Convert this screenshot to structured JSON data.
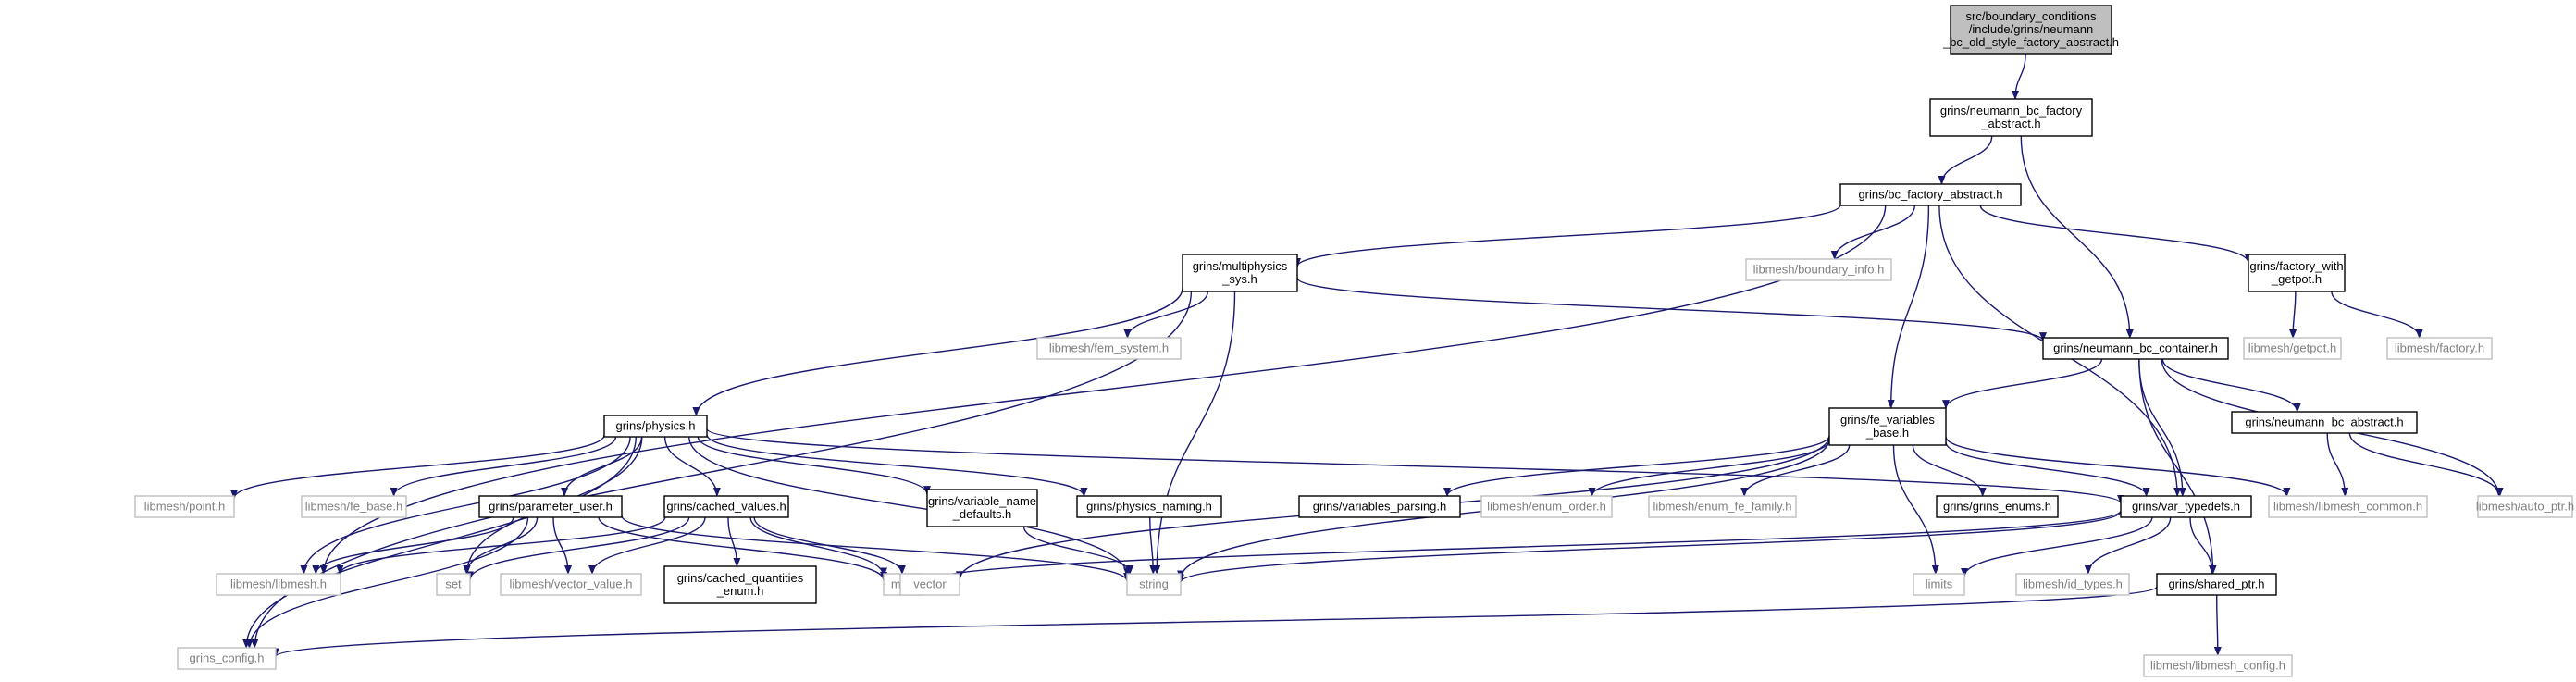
{
  "colors": {
    "edge": "#191970",
    "box_border_black": "#000000",
    "box_border_gray": "#bfbfbf",
    "text_black": "#000000",
    "text_gray": "#808080",
    "root_fill": "#bfbfbf",
    "box_fill": "#ffffff"
  },
  "nodes": [
    {
      "id": "root",
      "lines": [
        "src/boundary_conditions",
        "/include/grins/neumann",
        "_bc_old_style_factory_abstract.h"
      ],
      "style": "root"
    },
    {
      "id": "nbfa",
      "lines": [
        "grins/neumann_bc_factory",
        "_abstract.h"
      ],
      "style": "box"
    },
    {
      "id": "bcfa",
      "lines": [
        "grins/bc_factory_abstract.h"
      ],
      "style": "box"
    },
    {
      "id": "mps",
      "lines": [
        "grins/multiphysics",
        "_sys.h"
      ],
      "style": "box"
    },
    {
      "id": "lbi",
      "lines": [
        "libmesh/boundary_info.h"
      ],
      "style": "gray"
    },
    {
      "id": "fwg",
      "lines": [
        "grins/factory_with",
        "_getpot.h"
      ],
      "style": "box"
    },
    {
      "id": "lfs",
      "lines": [
        "libmesh/fem_system.h"
      ],
      "style": "gray"
    },
    {
      "id": "nbc",
      "lines": [
        "grins/neumann_bc_container.h"
      ],
      "style": "box"
    },
    {
      "id": "lgp",
      "lines": [
        "libmesh/getpot.h"
      ],
      "style": "gray"
    },
    {
      "id": "lfac",
      "lines": [
        "libmesh/factory.h"
      ],
      "style": "gray"
    },
    {
      "id": "phys",
      "lines": [
        "grins/physics.h"
      ],
      "style": "box"
    },
    {
      "id": "fev",
      "lines": [
        "grins/fe_variables",
        "_base.h"
      ],
      "style": "box"
    },
    {
      "id": "nba",
      "lines": [
        "grins/neumann_bc_abstract.h"
      ],
      "style": "box"
    },
    {
      "id": "lpt",
      "lines": [
        "libmesh/point.h"
      ],
      "style": "gray"
    },
    {
      "id": "lfb",
      "lines": [
        "libmesh/fe_base.h"
      ],
      "style": "gray"
    },
    {
      "id": "pu",
      "lines": [
        "grins/parameter_user.h"
      ],
      "style": "box"
    },
    {
      "id": "cv",
      "lines": [
        "grins/cached_values.h"
      ],
      "style": "box"
    },
    {
      "id": "vnd",
      "lines": [
        "grins/variable_name",
        "_defaults.h"
      ],
      "style": "box"
    },
    {
      "id": "pn",
      "lines": [
        "grins/physics_naming.h"
      ],
      "style": "box"
    },
    {
      "id": "vp",
      "lines": [
        "grins/variables_parsing.h"
      ],
      "style": "box"
    },
    {
      "id": "leo",
      "lines": [
        "libmesh/enum_order.h"
      ],
      "style": "gray"
    },
    {
      "id": "lef",
      "lines": [
        "libmesh/enum_fe_family.h"
      ],
      "style": "gray"
    },
    {
      "id": "ge",
      "lines": [
        "grins/grins_enums.h"
      ],
      "style": "box"
    },
    {
      "id": "vt",
      "lines": [
        "grins/var_typedefs.h"
      ],
      "style": "box"
    },
    {
      "id": "llc",
      "lines": [
        "libmesh/libmesh_common.h"
      ],
      "style": "gray"
    },
    {
      "id": "lap",
      "lines": [
        "libmesh/auto_ptr.h"
      ],
      "style": "gray"
    },
    {
      "id": "llm",
      "lines": [
        "libmesh/libmesh.h"
      ],
      "style": "gray"
    },
    {
      "id": "set",
      "lines": [
        "set"
      ],
      "style": "gray"
    },
    {
      "id": "lvv",
      "lines": [
        "libmesh/vector_value.h"
      ],
      "style": "gray"
    },
    {
      "id": "cqe",
      "lines": [
        "grins/cached_quantities",
        "_enum.h"
      ],
      "style": "box"
    },
    {
      "id": "map",
      "lines": [
        "map"
      ],
      "style": "gray"
    },
    {
      "id": "vec",
      "lines": [
        "vector"
      ],
      "style": "gray"
    },
    {
      "id": "str",
      "lines": [
        "string"
      ],
      "style": "gray"
    },
    {
      "id": "lim",
      "lines": [
        "limits"
      ],
      "style": "gray"
    },
    {
      "id": "lit",
      "lines": [
        "libmesh/id_types.h"
      ],
      "style": "gray"
    },
    {
      "id": "sp",
      "lines": [
        "grins/shared_ptr.h"
      ],
      "style": "box"
    },
    {
      "id": "gc",
      "lines": [
        "grins_config.h"
      ],
      "style": "gray"
    },
    {
      "id": "llcfg",
      "lines": [
        "libmesh/libmesh_config.h"
      ],
      "style": "gray"
    }
  ],
  "edges": [
    [
      "root",
      "nbfa"
    ],
    [
      "nbfa",
      "bcfa"
    ],
    [
      "nbfa",
      "nbc"
    ],
    [
      "bcfa",
      "mps"
    ],
    [
      "bcfa",
      "lbi"
    ],
    [
      "bcfa",
      "fwg"
    ],
    [
      "bcfa",
      "llm"
    ],
    [
      "bcfa",
      "fev"
    ],
    [
      "bcfa",
      "vt"
    ],
    [
      "fwg",
      "lgp"
    ],
    [
      "fwg",
      "lfac"
    ],
    [
      "mps",
      "lfs"
    ],
    [
      "mps",
      "nbc"
    ],
    [
      "mps",
      "phys"
    ],
    [
      "mps",
      "str"
    ],
    [
      "mps",
      "gc"
    ],
    [
      "nbc",
      "fev"
    ],
    [
      "nbc",
      "nba"
    ],
    [
      "nbc",
      "vt"
    ],
    [
      "nbc",
      "lap"
    ],
    [
      "nbc",
      "sp"
    ],
    [
      "nba",
      "llc"
    ],
    [
      "nba",
      "lap"
    ],
    [
      "phys",
      "lpt"
    ],
    [
      "phys",
      "lfb"
    ],
    [
      "phys",
      "pu"
    ],
    [
      "phys",
      "cv"
    ],
    [
      "phys",
      "vnd"
    ],
    [
      "phys",
      "pn"
    ],
    [
      "phys",
      "vt"
    ],
    [
      "phys",
      "llm"
    ],
    [
      "phys",
      "set"
    ],
    [
      "phys",
      "str"
    ],
    [
      "phys",
      "gc"
    ],
    [
      "fev",
      "vp"
    ],
    [
      "fev",
      "leo"
    ],
    [
      "fev",
      "lef"
    ],
    [
      "fev",
      "ge"
    ],
    [
      "fev",
      "vt"
    ],
    [
      "fev",
      "llc"
    ],
    [
      "fev",
      "lim"
    ],
    [
      "fev",
      "str"
    ],
    [
      "fev",
      "vec"
    ],
    [
      "pu",
      "llm"
    ],
    [
      "pu",
      "set"
    ],
    [
      "pu",
      "lvv"
    ],
    [
      "pu",
      "map"
    ],
    [
      "pu",
      "str"
    ],
    [
      "pu",
      "gc"
    ],
    [
      "cv",
      "llm"
    ],
    [
      "cv",
      "lvv"
    ],
    [
      "cv",
      "cqe"
    ],
    [
      "cv",
      "map"
    ],
    [
      "cv",
      "vec"
    ],
    [
      "cv",
      "set"
    ],
    [
      "vnd",
      "str"
    ],
    [
      "pn",
      "str"
    ],
    [
      "vt",
      "map"
    ],
    [
      "vt",
      "str"
    ],
    [
      "vt",
      "lim"
    ],
    [
      "vt",
      "lit"
    ],
    [
      "vt",
      "sp"
    ],
    [
      "sp",
      "gc"
    ],
    [
      "sp",
      "llcfg"
    ]
  ]
}
